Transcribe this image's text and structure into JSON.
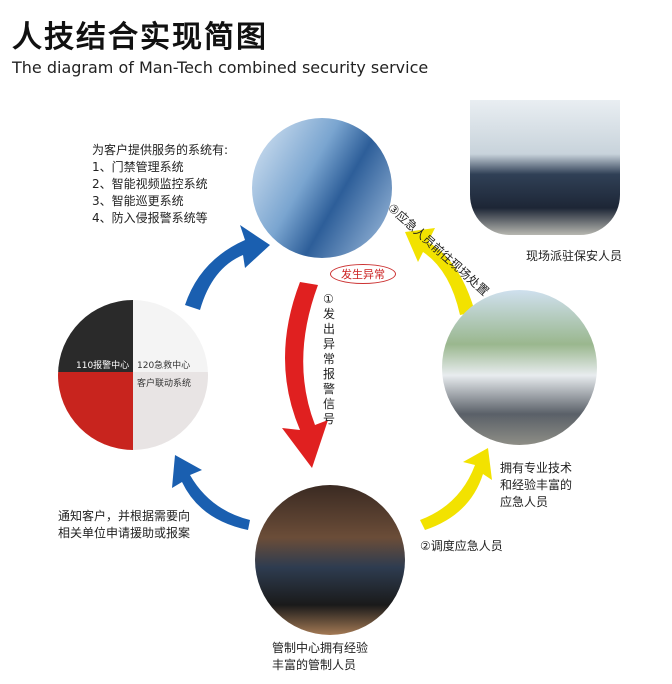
{
  "title": "人技结合实现简图",
  "subtitle": "The diagram of Man-Tech combined security service",
  "systems": {
    "heading": "为客户提供服务的系统有:",
    "items": [
      "1、门禁管理系统",
      "2、智能视频监控系统",
      "3、智能巡更系统",
      "4、防入侵报警系统等"
    ]
  },
  "anomaly_badge": "发生异常",
  "step1": "①发出异常报警信号",
  "step2": "②调度应急人员",
  "step3": "③应急人员前往现场处置",
  "onsite_guards": "现场派驻保安人员",
  "professional_staff": [
    "拥有专业技术",
    "和经验丰富的",
    "应急人员"
  ],
  "control_center": [
    "管制中心拥有经验",
    "丰富的管制人员"
  ],
  "notify": [
    "通知客户，并根据需要向",
    "相关单位申请援助或报案"
  ],
  "emergency_labels": [
    "110报警中心",
    "120急救中心",
    "客户联动系统"
  ],
  "colors": {
    "blue": "#1a5fb0",
    "red": "#e02020",
    "yellow": "#f2e200"
  }
}
